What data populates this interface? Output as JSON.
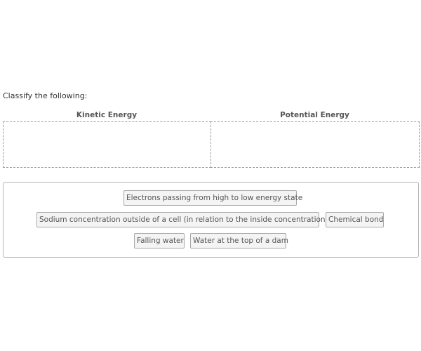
{
  "question": {
    "prompt": "Classify the following:"
  },
  "categories": [
    {
      "label": "Kinetic Energy"
    },
    {
      "label": "Potential Energy"
    }
  ],
  "bank": {
    "items": [
      {
        "label": "Electrons passing from high to low energy state"
      },
      {
        "label": "Sodium concentration outside of a cell (in relation to the inside concentration)"
      },
      {
        "label": "Chemical bond"
      },
      {
        "label": "Falling water"
      },
      {
        "label": "Water at the top of a dam"
      }
    ]
  }
}
